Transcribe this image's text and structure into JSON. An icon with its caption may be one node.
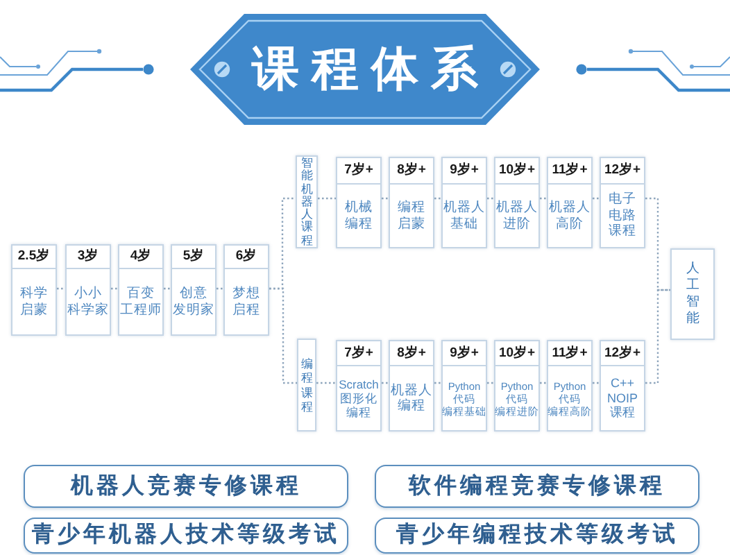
{
  "diagram": {
    "title": "课程体系",
    "nodes": [
      {
        "text": [
          "2.5岁",
          "科学启蒙"
        ]
      },
      {
        "text": [
          "3岁",
          "小小科学家"
        ]
      },
      {
        "text": [
          "4岁",
          "百变工程师"
        ]
      },
      {
        "text": [
          "5岁",
          "创意发明家"
        ]
      },
      {
        "text": [
          "6岁",
          "梦想启程"
        ]
      },
      {
        "text": [
          "智能机器人课程"
        ]
      },
      {
        "text": [
          "7岁+",
          "机械编程"
        ]
      },
      {
        "text": [
          "8岁+",
          "编程启蒙"
        ]
      },
      {
        "text": [
          "9岁+",
          "机器人基础"
        ]
      },
      {
        "text": [
          "10岁+",
          "机器人进阶"
        ]
      },
      {
        "text": [
          "11岁+",
          "机器人高阶"
        ]
      },
      {
        "text": [
          "12岁+",
          "电子电路课程"
        ]
      },
      {
        "text": [
          "编程课程"
        ]
      },
      {
        "text": [
          "7岁+",
          "Scratch图形化编程"
        ]
      },
      {
        "text": [
          "8岁+",
          "机器人编程"
        ]
      },
      {
        "text": [
          "9岁+",
          "Python代码编程基础"
        ]
      },
      {
        "text": [
          "10岁+",
          "Python代码编程进阶"
        ]
      },
      {
        "text": [
          "11岁+",
          "Python代码编程高阶"
        ]
      },
      {
        "text": [
          "12岁+",
          "C++ NOIP课程"
        ]
      },
      {
        "text": [
          "人工智能"
        ]
      },
      {
        "text": [
          "机器人竞赛专修课程"
        ]
      },
      {
        "text": [
          "软件编程竞赛专修课程"
        ]
      },
      {
        "text": [
          "青少年机器人技术等级考试"
        ]
      },
      {
        "text": [
          "青少年编程技术等级考试"
        ]
      }
    ],
    "edges": [
      {
        "from": 0,
        "to": 1,
        "arrow": "none"
      },
      {
        "from": 1,
        "to": 2,
        "arrow": "none"
      },
      {
        "from": 2,
        "to": 3,
        "arrow": "none"
      },
      {
        "from": 3,
        "to": 4,
        "arrow": "none"
      },
      {
        "from": 4,
        "to": 5,
        "arrow": "none"
      },
      {
        "from": 4,
        "to": 12,
        "arrow": "none"
      },
      {
        "from": 5,
        "to": 6,
        "arrow": "none"
      },
      {
        "from": 6,
        "to": 7,
        "arrow": "none"
      },
      {
        "from": 7,
        "to": 8,
        "arrow": "none"
      },
      {
        "from": 8,
        "to": 9,
        "arrow": "none"
      },
      {
        "from": 9,
        "to": 10,
        "arrow": "none"
      },
      {
        "from": 10,
        "to": 11,
        "arrow": "none"
      },
      {
        "from": 12,
        "to": 13,
        "arrow": "none"
      },
      {
        "from": 13,
        "to": 14,
        "arrow": "none"
      },
      {
        "from": 14,
        "to": 15,
        "arrow": "none"
      },
      {
        "from": 15,
        "to": 16,
        "arrow": "none"
      },
      {
        "from": 16,
        "to": 17,
        "arrow": "none"
      },
      {
        "from": 17,
        "to": 18,
        "arrow": "none"
      },
      {
        "from": 11,
        "to": 19,
        "arrow": "none"
      },
      {
        "from": 18,
        "to": 19,
        "arrow": "none"
      }
    ]
  }
}
